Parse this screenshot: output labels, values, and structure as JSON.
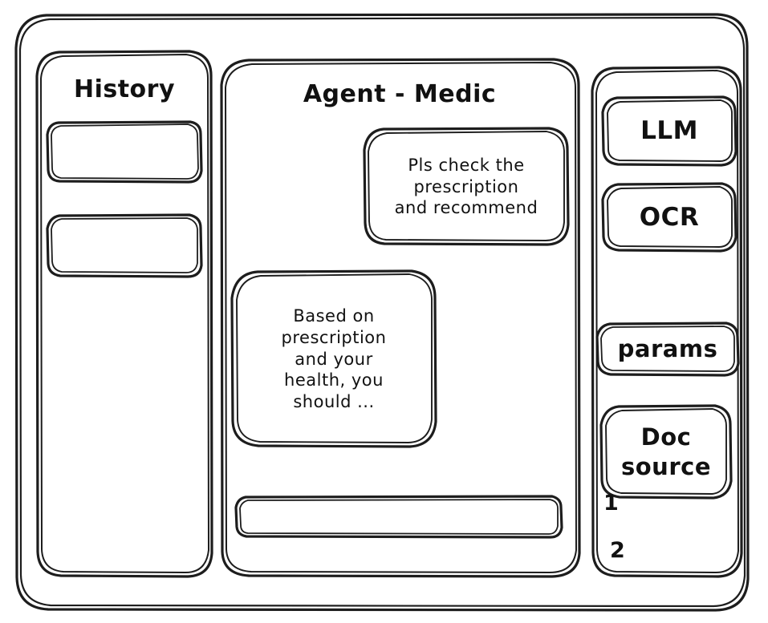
{
  "style": {
    "sketch": true,
    "background_color": "#ffffff",
    "stroke_color": "#1d1d1d",
    "text_color": "#111111"
  },
  "window": {
    "name": "agent-wireframe-window"
  },
  "history": {
    "title": "History",
    "items": [
      {
        "label": ""
      },
      {
        "label": ""
      }
    ]
  },
  "chat": {
    "title": "Agent - Medic",
    "messages": [
      {
        "role": "user",
        "text": "Pls check the\nprescription\nand recommend"
      },
      {
        "role": "agent",
        "text": "Based on\nprescription\nand your\nhealth, you\nshould ..."
      }
    ],
    "composer": {
      "value": "",
      "placeholder": ""
    }
  },
  "tools": {
    "items": [
      {
        "label": "LLM"
      },
      {
        "label": "OCR"
      },
      {
        "label": "params"
      },
      {
        "label": "Doc\nsource"
      }
    ],
    "doc_source_refs": [
      "1",
      "2"
    ]
  }
}
